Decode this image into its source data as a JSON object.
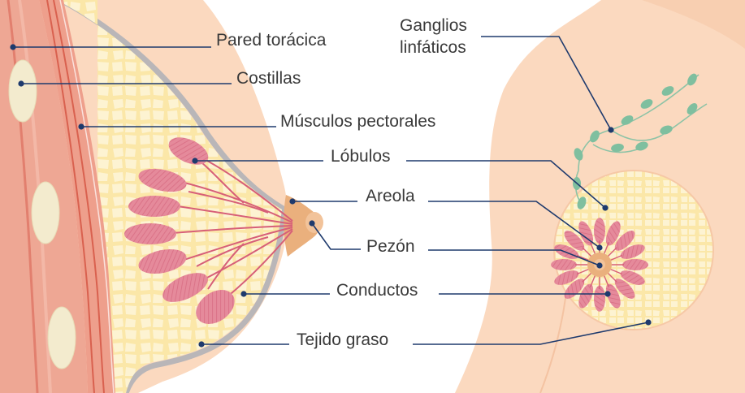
{
  "labels": {
    "pared_toracica": "Pared torácica",
    "costillas": "Costillas",
    "musculos_pectorales": "Músculos pectorales",
    "lobulos": "Lóbulos",
    "areola": "Areola",
    "pezon": "Pezón",
    "conductos": "Conductos",
    "tejido_graso": "Tejido graso",
    "ganglios_line1": "Ganglios",
    "ganglios_line2": "linfáticos"
  },
  "colors": {
    "skin": "#fbd9bf",
    "skin_dark": "#f6c8a6",
    "fat": "#fbe7a8",
    "fat_cell": "#fdf3d2",
    "muscle": "#ee9f8c",
    "muscle_dark": "#e0705f",
    "rib": "#f3ebce",
    "lobule": "#e58a9b",
    "duct": "#d75f78",
    "areola": "#eab07d",
    "node": "#7fbf9f",
    "leader": "#1e3a6d",
    "text": "#3a3a3a"
  }
}
